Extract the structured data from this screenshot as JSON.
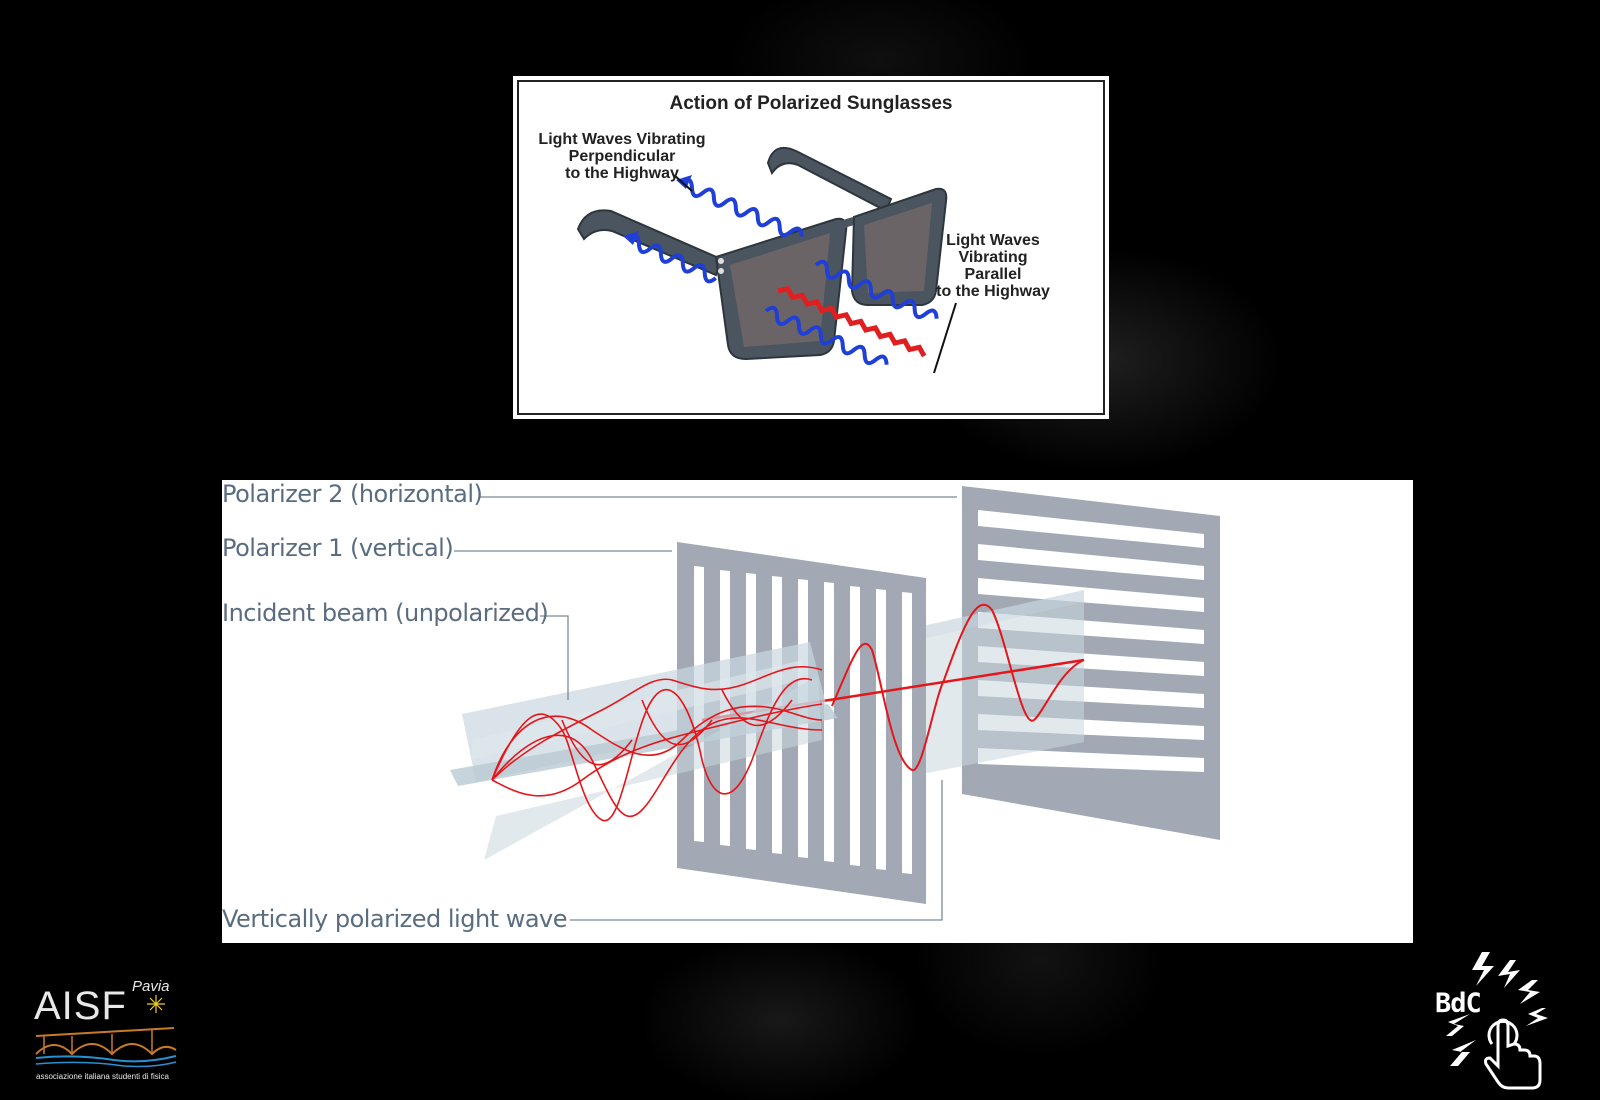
{
  "sunglasses_figure": {
    "title": "Action of Polarized Sunglasses",
    "label_perpendicular": [
      "Light Waves Vibrating",
      "Perpendicular",
      "to the Highway"
    ],
    "label_parallel": [
      "Light Waves",
      "Vibrating",
      "Parallel",
      "to the Highway"
    ],
    "colors": {
      "perpendicular_wave": "#1f3fd6",
      "parallel_wave": "#e02020",
      "frame": "#4a5560",
      "lens": "#6b6466"
    }
  },
  "polarizer_figure": {
    "label_polarizer2": "Polarizer 2 (horizontal)",
    "label_polarizer1": "Polarizer 1 (vertical)",
    "label_incident": "Incident beam (unpolarized)",
    "label_vertical_wave": "Vertically polarized light wave",
    "colors": {
      "label_text": "#5a6d80",
      "polarizer": "#a2a9b4",
      "wave": "#e4161b",
      "plane": "#c9d7df"
    }
  },
  "logos": {
    "aisf_text": "AISF",
    "aisf_city": "Pavia",
    "aisf_caption": "associazione italiana studenti di fisica",
    "bdc_text": "BdC"
  }
}
